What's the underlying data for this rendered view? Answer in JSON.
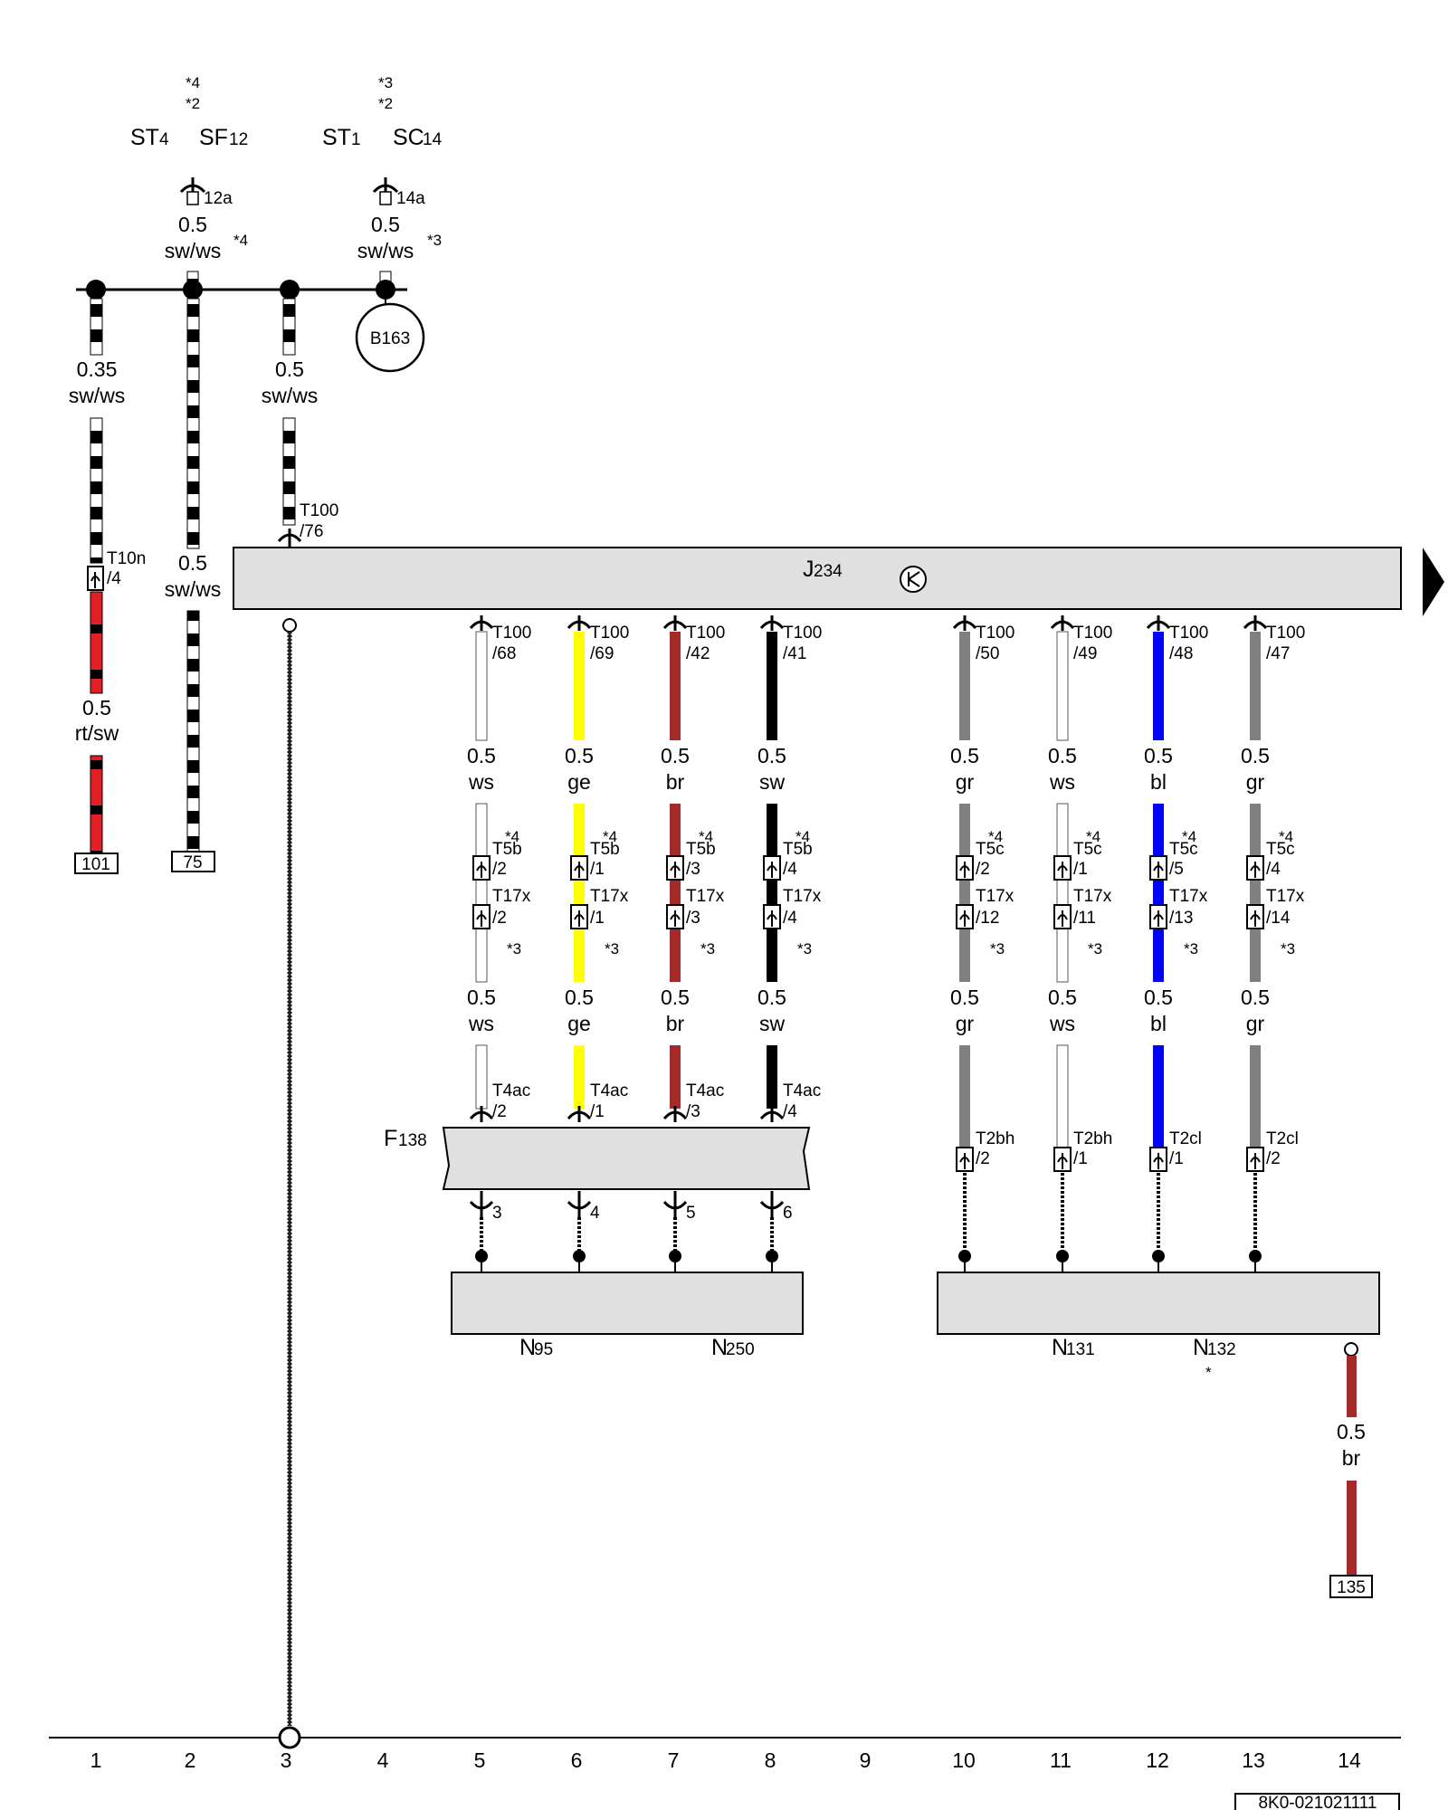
{
  "top_labels": {
    "st4": "ST",
    "st4_sub": "4",
    "sf12": "SF",
    "sf12_sub": "12",
    "st1": "ST",
    "st1_sub": "1",
    "sc14": "SC",
    "sc14_sub": "14",
    "note_a1": "*4",
    "note_a2": "*2",
    "note_b1": "*3",
    "note_b2": "*2",
    "conn_12a": "12a",
    "conn_14a": "14a"
  },
  "upper_wires": {
    "w12a_size": "0.5",
    "w12a_color": "sw/ws",
    "w12a_note": "*4",
    "w14a_size": "0.5",
    "w14a_color": "sw/ws",
    "w14a_note": "*3",
    "w1_size": "0.35",
    "w1_color": "sw/ws",
    "w3_size": "0.5",
    "w3_color": "sw/ws",
    "w2_size": "0.5",
    "w2_color": "sw/ws",
    "w1b_size": "0.5",
    "w1b_color": "rt/sw",
    "ground_node": "B163",
    "t10n": "T10n",
    "t10n_pin": "/4",
    "t100_76": "T100",
    "t100_76_pin": "/76",
    "ref_101": "101",
    "ref_75": "75"
  },
  "module": {
    "name": "J",
    "name_sub": "234"
  },
  "wires": [
    {
      "t100": "T100",
      "pin": "/68",
      "size": "0.5",
      "color": "ws",
      "t5": "T5b",
      "t5pin": "/2",
      "t17pin": "/2",
      "t4ac": "/2",
      "f_pin": "3"
    },
    {
      "t100": "T100",
      "pin": "/69",
      "size": "0.5",
      "color": "ge",
      "t5": "T5b",
      "t5pin": "/1",
      "t17pin": "/1",
      "t4ac": "/1",
      "f_pin": "4"
    },
    {
      "t100": "T100",
      "pin": "/42",
      "size": "0.5",
      "color": "br",
      "t5": "T5b",
      "t5pin": "/3",
      "t17pin": "/3",
      "t4ac": "/3",
      "f_pin": "5"
    },
    {
      "t100": "T100",
      "pin": "/41",
      "size": "0.5",
      "color": "sw",
      "t5": "T5b",
      "t5pin": "/4",
      "t17pin": "/4",
      "t4ac": "/4",
      "f_pin": "6"
    },
    {
      "t100": "T100",
      "pin": "/50",
      "size": "0.5",
      "color": "gr",
      "t5": "T5c",
      "t5pin": "/2",
      "t17pin": "/12",
      "t2": "T2bh",
      "t2pin": "/2"
    },
    {
      "t100": "T100",
      "pin": "/49",
      "size": "0.5",
      "color": "ws",
      "t5": "T5c",
      "t5pin": "/1",
      "t17pin": "/11",
      "t2": "T2bh",
      "t2pin": "/1"
    },
    {
      "t100": "T100",
      "pin": "/48",
      "size": "0.5",
      "color": "bl",
      "t5": "T5c",
      "t5pin": "/5",
      "t17pin": "/13",
      "t2": "T2cl",
      "t2pin": "/1"
    },
    {
      "t100": "T100",
      "pin": "/47",
      "size": "0.5",
      "color": "gr",
      "t5": "T5c",
      "t5pin": "/4",
      "t17pin": "/14",
      "t2": "T2cl",
      "t2pin": "/2"
    }
  ],
  "notes": {
    "n4": "*4",
    "n3": "*3",
    "t17x": "T17x",
    "t4ac": "T4ac"
  },
  "f138": {
    "name": "F",
    "sub": "138"
  },
  "valves": [
    {
      "name": "N",
      "sub": "95"
    },
    {
      "name": "N",
      "sub": "250"
    },
    {
      "name": "N",
      "sub": "131"
    },
    {
      "name": "N",
      "sub": "132",
      "note": "*"
    }
  ],
  "right_wire": {
    "size": "0.5",
    "color": "br",
    "ref": "135"
  },
  "columns": [
    "1",
    "2",
    "3",
    "4",
    "5",
    "6",
    "7",
    "8",
    "9",
    "10",
    "11",
    "12",
    "13",
    "14"
  ],
  "doc_id": "8K0-021021111"
}
